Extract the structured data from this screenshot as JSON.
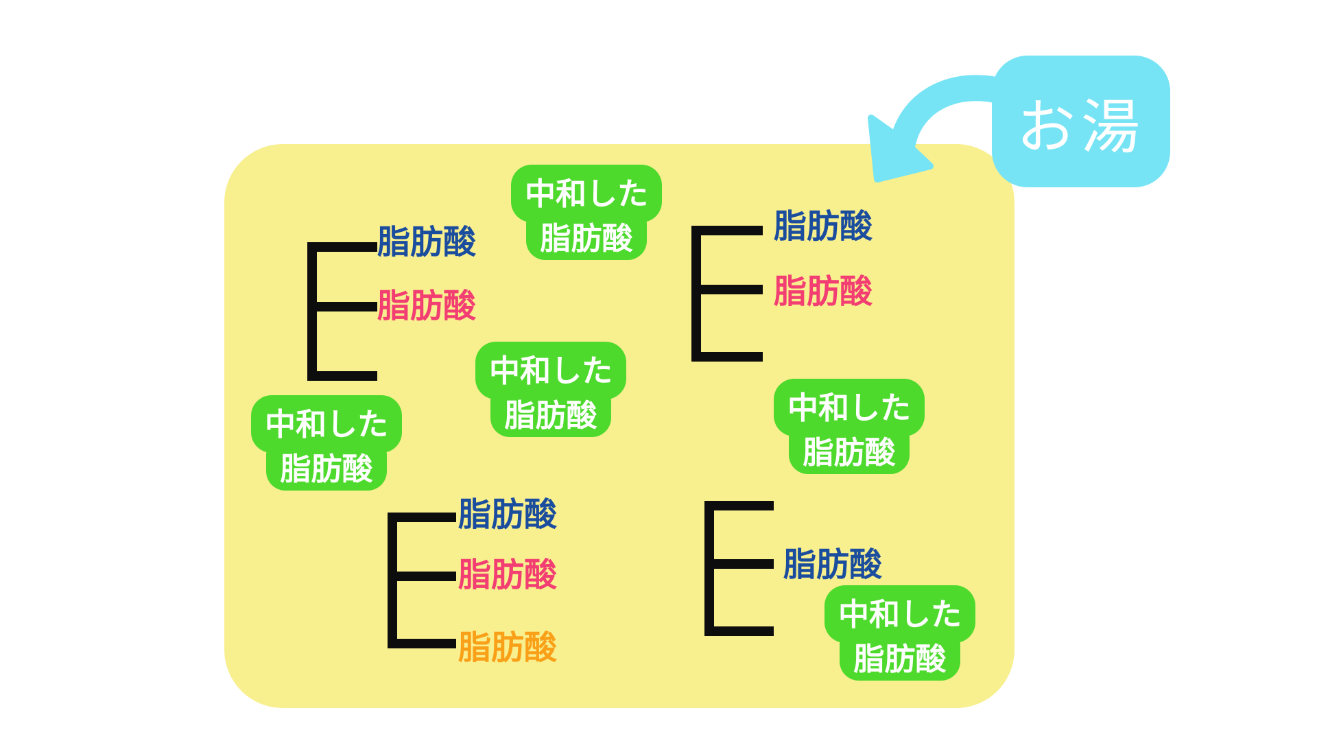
{
  "hot_water": {
    "label": "お湯"
  },
  "colors": {
    "panel_yellow": "#F8EF8F",
    "badge_green": "#4EDA2D",
    "arrow_cyan": "#76E4F4",
    "fatty_acid_blue": "#1B4D9E",
    "fatty_acid_red": "#F23E72",
    "fatty_acid_orange": "#F9A018",
    "backbone_black": "#0D0D0D",
    "text_white": "#FFFFFF"
  },
  "structures": [
    {
      "id": "top-left",
      "prongs": 3,
      "labels": [
        {
          "text": "脂肪酸",
          "color": "blue",
          "arm": "top"
        },
        {
          "text": "脂肪酸",
          "color": "red",
          "arm": "middle"
        }
      ]
    },
    {
      "id": "top-right",
      "prongs": 3,
      "labels": [
        {
          "text": "脂肪酸",
          "color": "blue",
          "arm": "top"
        },
        {
          "text": "脂肪酸",
          "color": "red",
          "arm": "middle"
        }
      ]
    },
    {
      "id": "bottom-left",
      "prongs": 3,
      "labels": [
        {
          "text": "脂肪酸",
          "color": "blue",
          "arm": "top"
        },
        {
          "text": "脂肪酸",
          "color": "red",
          "arm": "middle"
        },
        {
          "text": "脂肪酸",
          "color": "orange",
          "arm": "bottom"
        }
      ]
    },
    {
      "id": "bottom-right",
      "prongs": 3,
      "labels": [
        {
          "text": "脂肪酸",
          "color": "blue",
          "arm": "middle"
        }
      ]
    }
  ],
  "badges": [
    {
      "position": "top-middle",
      "line1": "中和した",
      "line2": "脂肪酸"
    },
    {
      "position": "center",
      "line1": "中和した",
      "line2": "脂肪酸"
    },
    {
      "position": "middle-left",
      "line1": "中和した",
      "line2": "脂肪酸"
    },
    {
      "position": "middle-right",
      "line1": "中和した",
      "line2": "脂肪酸"
    },
    {
      "position": "bottom-right",
      "line1": "中和した",
      "line2": "脂肪酸"
    }
  ]
}
